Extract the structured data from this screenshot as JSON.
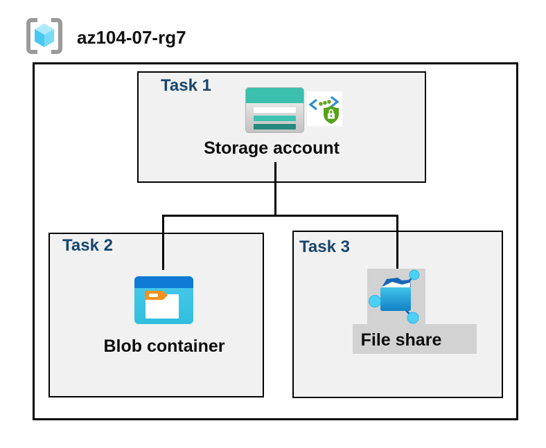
{
  "header": {
    "title": "az104-07-rg7",
    "icon": "resource-group-icon"
  },
  "tasks": [
    {
      "label": "Task 1",
      "item": "Storage account",
      "icons": [
        "storage-account-icon",
        "secure-endpoint-icon"
      ]
    },
    {
      "label": "Task 2",
      "item": "Blob container",
      "icons": [
        "blob-container-icon"
      ]
    },
    {
      "label": "Task 3",
      "item": "File share",
      "icons": [
        "file-share-icon"
      ]
    }
  ],
  "connections": [
    {
      "from": "Storage account",
      "to": "Blob container"
    },
    {
      "from": "Storage account",
      "to": "File share"
    }
  ],
  "colors": {
    "task_label": "#17466e",
    "task_box_fill": "#f1f1f1",
    "box_border": "#000000",
    "storage_teal": "#3bc0ae",
    "storage_teal_dark": "#26897c",
    "blob_top_blue": "#0f7ad6",
    "blob_body_cyan": "#3cc5e8",
    "blob_tab_orange": "#f2921d",
    "fileshare_folder_blue": "#1a87c9",
    "fileshare_flap_blue": "#1766b8",
    "fileshare_node_cyan": "#4dd0f4",
    "secure_shield_green": "#56a318",
    "secure_bracket_blue": "#2b8ed5",
    "gray_highlight": "#d2d2d2"
  }
}
